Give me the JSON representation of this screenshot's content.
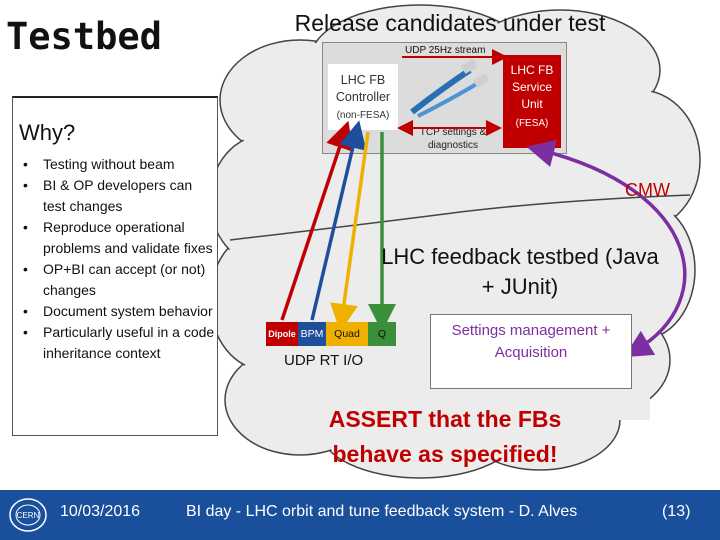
{
  "title": "Testbed",
  "left_panel": {
    "heading": "Why?",
    "bullets": [
      "Testing without beam",
      "BI & OP developers can test changes",
      "Reproduce operational problems and validate fixes",
      "OP+BI can accept (or not) changes",
      "Document system behavior",
      "Particularly useful in a code inheritance context"
    ]
  },
  "diagram": {
    "release_title": "Release candidates under test",
    "udp_stream": "UDP 25Hz stream",
    "controller": {
      "label": "LHC FB Controller",
      "sub": "(non-FESA)"
    },
    "service_unit": {
      "label": "LHC FB Service Unit",
      "sub": "(FESA)"
    },
    "tcp": "TCP settings & diagnostics",
    "cmw": "CMW",
    "testbed": "LHC feedback testbed (Java + JUnit)",
    "rt_cells": [
      "Dipole",
      "BPM",
      "Quad",
      "Q"
    ],
    "udp_rt": "UDP RT I/O",
    "settings": "Settings management + Acquisition",
    "assert_text": "ASSERT that the FBs behave as specified!"
  },
  "colors": {
    "red": "#c00000",
    "blue": "#1f4e9c",
    "gold": "#f0b000",
    "green": "#3a8f3a",
    "purple": "#7b2fa0",
    "footer": "#1a4f9c"
  },
  "footer": {
    "logo": "CERN",
    "date": "10/03/2016",
    "title": "BI day - LHC orbit and tune feedback system - D. Alves",
    "page": "(13)"
  }
}
